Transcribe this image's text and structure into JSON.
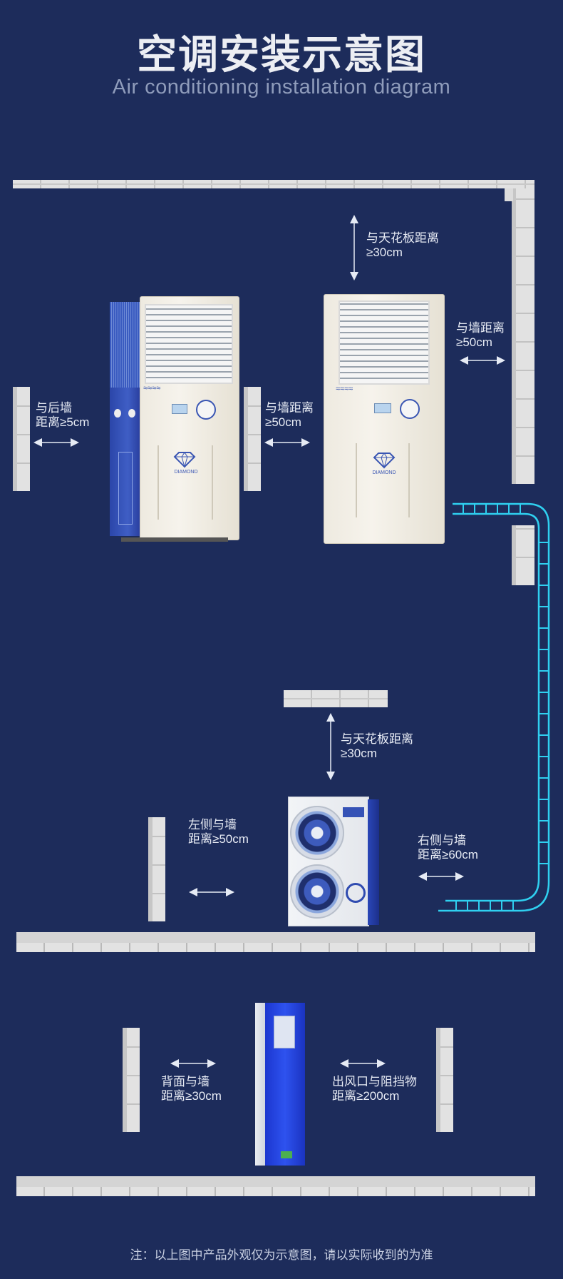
{
  "header": {
    "title": "空调安装示意图",
    "subtitle": "Air conditioning installation diagram"
  },
  "diagram1": {
    "back_wall_label": [
      "与后墙",
      "距离≥5cm"
    ],
    "between_units_label": [
      "与墙距离",
      "≥50cm"
    ],
    "ceiling_label": [
      "与天花板距离",
      "≥30cm"
    ],
    "right_wall_label": [
      "与墙距离",
      "≥50cm"
    ],
    "unit_brand_text": "DIAMOND"
  },
  "diagram2": {
    "ceiling_label": [
      "与天花板距离",
      "≥30cm"
    ],
    "left_wall_label": [
      "左侧与墙",
      "距离≥50cm"
    ],
    "right_wall_label": [
      "右侧与墙",
      "距离≥60cm"
    ]
  },
  "diagram3": {
    "back_label": [
      "背面与墙",
      "距离≥30cm"
    ],
    "outlet_label": [
      "出风口与阻挡物",
      "距离≥200cm"
    ]
  },
  "footer": {
    "note": "注：以上图中产品外观仅为示意图，请以实际收到的为准"
  },
  "colors": {
    "background": "#1d2c5b",
    "wall": "#e2e2e2",
    "pipe": "#2fd0f0",
    "unit_blue": "#2f4bb0",
    "standing_unit_blue": "#1f3fd6"
  }
}
